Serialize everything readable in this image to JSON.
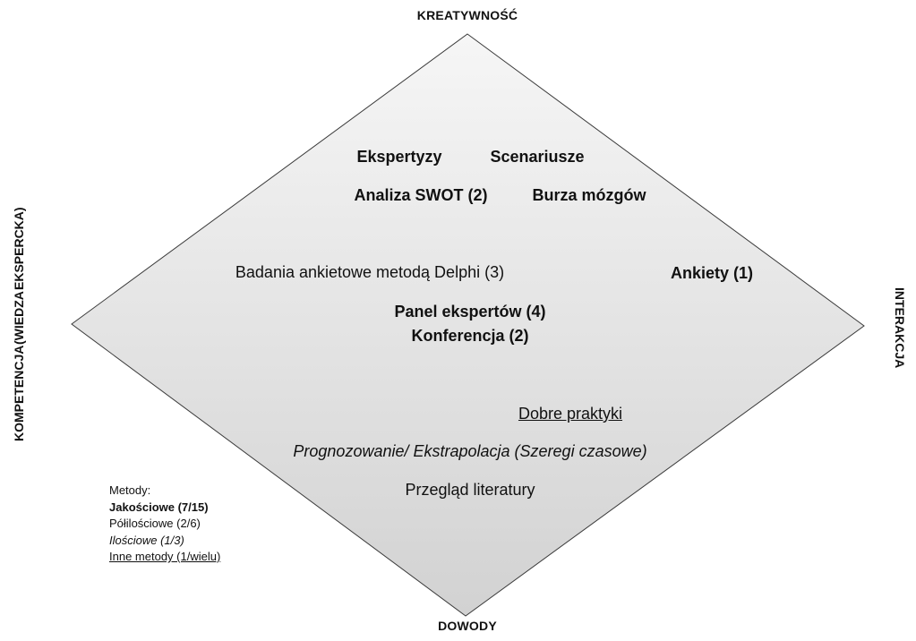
{
  "axes": {
    "top": "KREATYWNOŚĆ",
    "bottom": "DOWODY",
    "left_lines": [
      "KOMPETENCJA",
      "(WIEDZA",
      "EKSPERCKA)"
    ],
    "right": "INTERAKCJA"
  },
  "methods": {
    "ekspertyzy": "Ekspertyzy",
    "scenariusze": "Scenariusze",
    "swot": "Analiza SWOT (2)",
    "burza": "Burza mózgów",
    "delphi": "Badania ankietowe metodą Delphi (3)",
    "ankiety": "Ankiety (1)",
    "panel": "Panel ekspertów (4)",
    "konferencja": "Konferencja (2)",
    "dobre_praktyki": "Dobre praktyki",
    "prognozowanie": "Prognozowanie/ Ekstrapolacja (Szeregi czasowe)",
    "przeglad": "Przegląd literatury"
  },
  "legend": {
    "title": "Metody:",
    "qualitative": "Jakościowe (7/15)",
    "semi_quantitative": "Półilościowe (2/6)",
    "quantitative": "Ilościowe (1/3)",
    "other": "Inne metody (1/wielu)"
  },
  "colors": {
    "fill_top": "#f6f6f6",
    "fill_bottom": "#d2d2d2",
    "outline": "#3a3a3a"
  }
}
